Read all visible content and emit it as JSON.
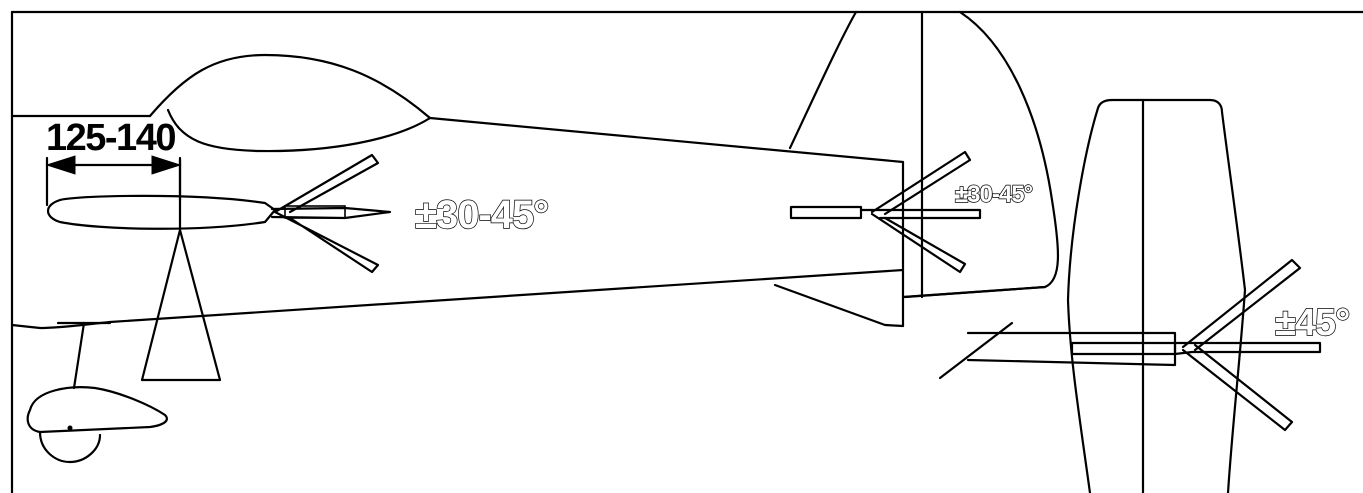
{
  "labels": {
    "wheel_pant_distance": "125-140",
    "elevator_throw": "±30-45°",
    "rudder_throw": "±30-45°",
    "elevator_plan_throw": "±45°"
  }
}
